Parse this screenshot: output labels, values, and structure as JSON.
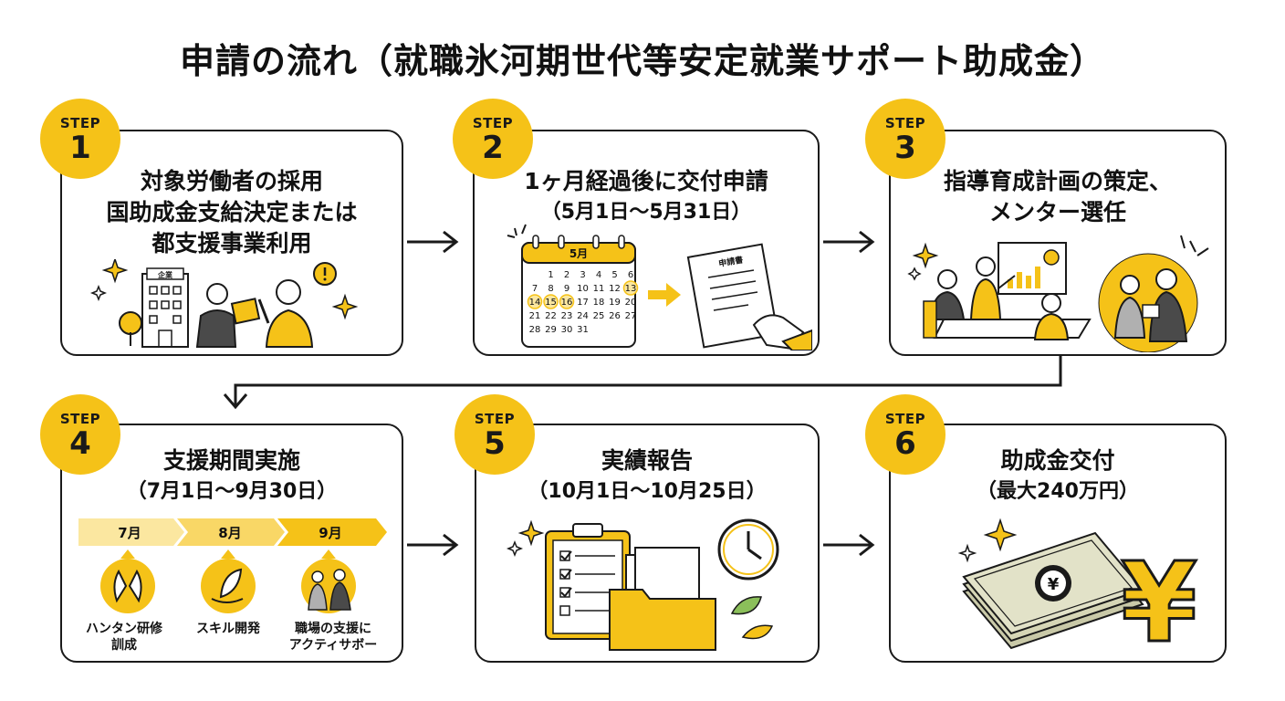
{
  "title": "申請の流れ（就職氷河期世代等安定就業サポート助成金）",
  "step_word": "STEP",
  "steps": [
    {
      "num": "1",
      "title_lines": [
        "対象労働者の採用",
        "国助成金支給決定または",
        "都支援事業利用"
      ],
      "building_sign": "企業"
    },
    {
      "num": "2",
      "title": "1ヶ月経過後に交付申請",
      "sub": "（5月1日〜5月31日）",
      "calendar_month": "5月",
      "document_label": "申請書",
      "calendar_days": [
        "1",
        "2",
        "3",
        "4",
        "5",
        "6",
        "7",
        "8",
        "9",
        "10",
        "11",
        "12",
        "13",
        "14",
        "15",
        "16",
        "17",
        "18",
        "19",
        "20",
        "21",
        "22",
        "23",
        "24",
        "25",
        "26",
        "27",
        "28",
        "29",
        "30",
        "31"
      ],
      "highlighted_days": [
        "13",
        "14",
        "15",
        "16"
      ]
    },
    {
      "num": "3",
      "title_lines": [
        "指導育成計画の策定、",
        "メンター選任"
      ]
    },
    {
      "num": "4",
      "title": "支援期間実施",
      "sub": "（7月1日〜9月30日）",
      "timeline": [
        {
          "month": "7月",
          "label_lines": [
            "ハンタン研修",
            "訓成"
          ],
          "icon": "clapping-hands-icon"
        },
        {
          "month": "8月",
          "label_lines": [
            "スキル開発"
          ],
          "icon": "growth-leaf-icon"
        },
        {
          "month": "9月",
          "label_lines": [
            "職場の支援に",
            "アクティサボー"
          ],
          "icon": "handshake-icon"
        }
      ]
    },
    {
      "num": "5",
      "title": "実績報告",
      "sub": "（10月1日〜10月25日）"
    },
    {
      "num": "6",
      "title": "助成金交付",
      "sub": "（最大240万円）",
      "currency_symbol": "¥"
    }
  ],
  "colors": {
    "accent": "#F5C218",
    "accent_light": "#FBE7A0",
    "outline": "#1a1a1a"
  }
}
